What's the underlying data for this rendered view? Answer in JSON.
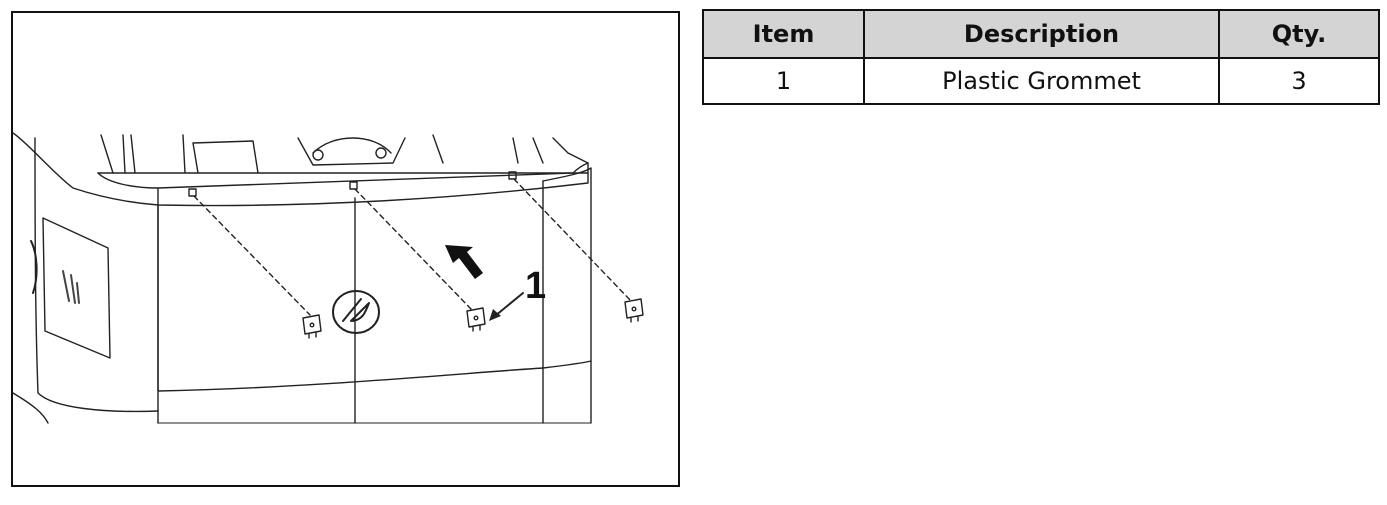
{
  "figure": {
    "callout_label": "1"
  },
  "table": {
    "headers": [
      "Item",
      "Description",
      "Qty."
    ],
    "rows": [
      [
        "1",
        "Plastic Grommet",
        "3"
      ]
    ]
  }
}
